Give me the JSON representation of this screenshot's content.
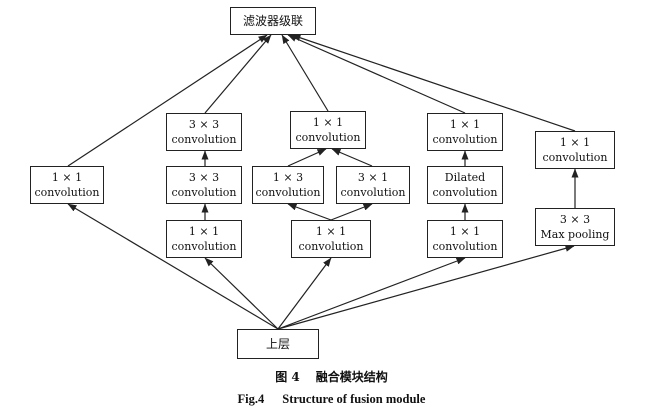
{
  "nodes": {
    "concat": {
      "text": "滤波器级联"
    },
    "input": {
      "text": "上层"
    },
    "b1_conv1x1": {
      "line1": "1 × 1",
      "line2": "convolution"
    },
    "b2_conv1x1": {
      "line1": "1 × 1",
      "line2": "convolution"
    },
    "b2_conv3x3_a": {
      "line1": "3 × 3",
      "line2": "convolution"
    },
    "b2_conv3x3_b": {
      "line1": "3 × 3",
      "line2": "convolution"
    },
    "b3_conv1x1": {
      "line1": "1 × 1",
      "line2": "convolution"
    },
    "b3_conv1x3": {
      "line1": "1 × 3",
      "line2": "convolution"
    },
    "b3_conv3x1": {
      "line1": "3 × 1",
      "line2": "convolution"
    },
    "b3_conv1x1_top": {
      "line1": "1 × 1",
      "line2": "convolution"
    },
    "b4_conv1x1": {
      "line1": "1 × 1",
      "line2": "convolution"
    },
    "b4_dilated": {
      "line1": "Dilated",
      "line2": "convolution"
    },
    "b4_conv1x1_top": {
      "line1": "1 × 1",
      "line2": "convolution"
    },
    "b5_maxpool": {
      "line1": "3 × 3",
      "line2": "Max pooling"
    },
    "b5_conv1x1": {
      "line1": "1 × 1",
      "line2": "convolution"
    }
  },
  "caption": {
    "cn_label": "图 4",
    "cn_title": "融合模块结构",
    "en_label": "Fig.4",
    "en_title": "Structure of fusion module"
  },
  "colors": {
    "stroke": "#222222",
    "text": "#111111",
    "background": "#ffffff"
  }
}
